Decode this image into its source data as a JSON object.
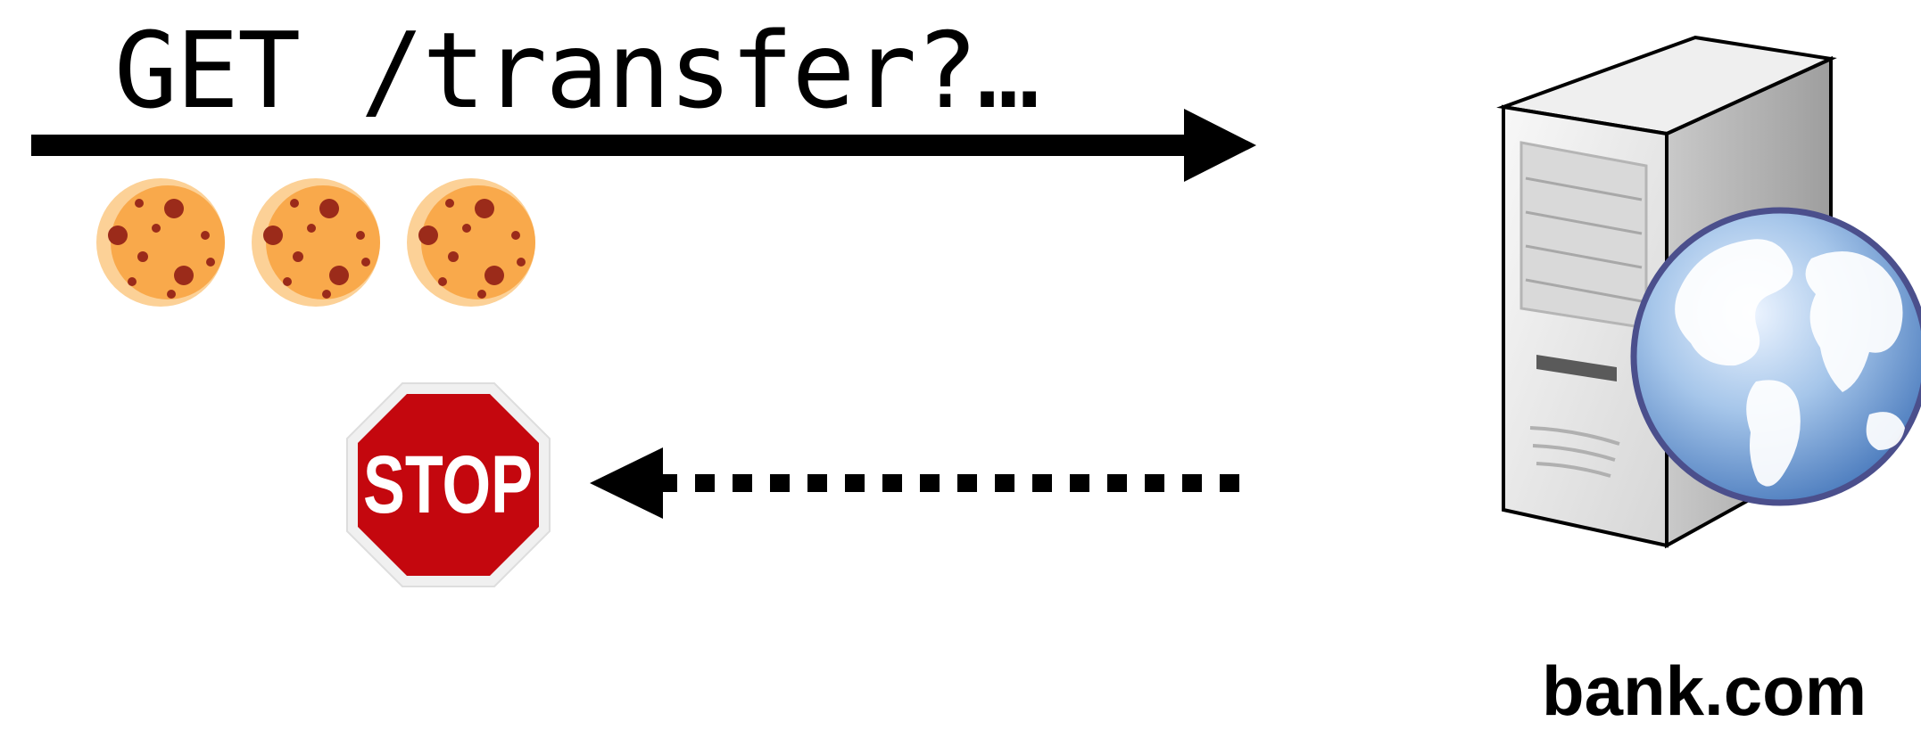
{
  "request": {
    "label": "GET /transfer?…"
  },
  "response": {
    "blocked_label": "STOP"
  },
  "server": {
    "label": "bank.com"
  },
  "icons": {
    "cookie": "cookie-icon",
    "stop_sign": "stop-sign-icon",
    "server": "server-tower-icon",
    "globe": "globe-icon"
  },
  "colors": {
    "arrow": "#000000",
    "cookie_base": "#f9a94b",
    "cookie_highlight": "#fcd197",
    "cookie_chips": "#9b2b1a",
    "stop_red": "#c4070e",
    "server_gray": "#e4e4e4",
    "globe_blue": "#5b8fd1"
  }
}
